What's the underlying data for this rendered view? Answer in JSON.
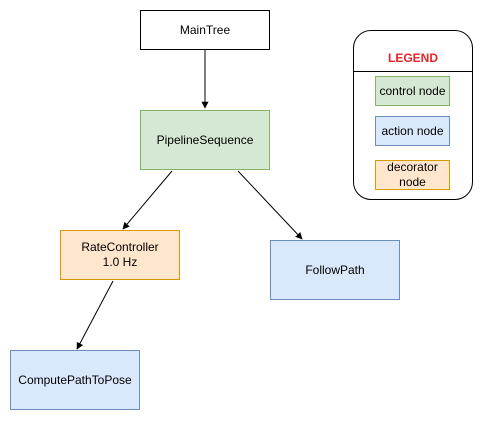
{
  "nodes": {
    "main_tree": "MainTree",
    "pipeline_sequence": "PipelineSequence",
    "rate_controller": "RateController\n1.0 Hz",
    "follow_path": "FollowPath",
    "compute_path_to_pose": "ComputePathToPose"
  },
  "legend": {
    "title": "LEGEND",
    "control": "control node",
    "action": "action node",
    "decorator": "decorator\nnode"
  },
  "colors": {
    "control_fill": "#d5e8d4",
    "control_stroke": "#82b366",
    "action_fill": "#dae8fc",
    "action_stroke": "#6c8ebf",
    "decorator_fill": "#ffe6cc",
    "decorator_stroke": "#d79b00",
    "legend_title": "#e8242a"
  }
}
